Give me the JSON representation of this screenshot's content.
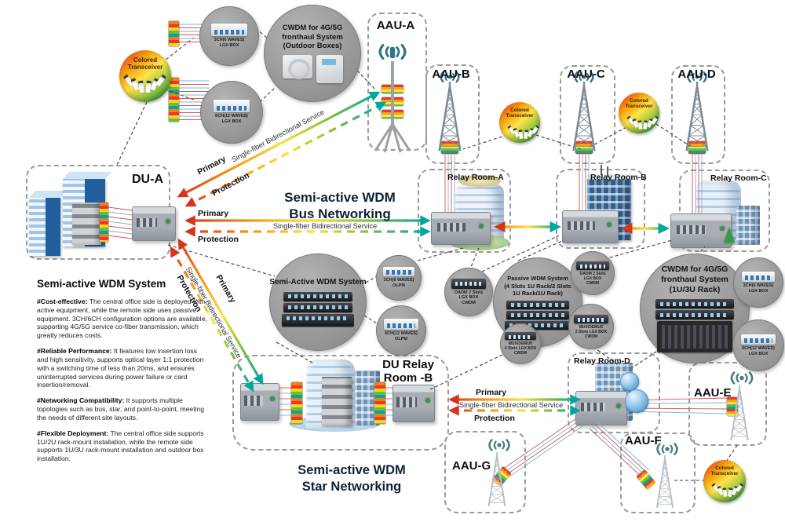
{
  "titles": {
    "bus1": "Semi-active WDM",
    "bus2": "Bus Networking",
    "star1": "Semi-active WDM",
    "star2": "Star Networking"
  },
  "labels": {
    "primary": "Primary",
    "protection": "Protection",
    "service": "Single-fiber Bidirectional Service",
    "colored_transceiver": "Colored\nTransceiver"
  },
  "nodes": {
    "du_a": "DU-A",
    "aau_a": "AAU-A",
    "aau_b": "AAU-B",
    "aau_c": "AAU-C",
    "aau_d": "AAU-D",
    "aau_e": "AAU-E",
    "aau_f": "AAU-F",
    "aau_g": "AAU-G",
    "relay_a": "Relay Room-A",
    "relay_b": "Relay Room-B",
    "relay_c": "Relay Room-C",
    "relay_d": "Relay Room-D",
    "du_relay_1": "DU Relay",
    "du_relay_2": "Room -B"
  },
  "equipment": {
    "cwdm_outdoor": "CWDM for 4G/5G\nfronthaul System\n(Outdoor Boxes)",
    "cwdm_rack": "CWDM for 4G/5G\nfronthaul System\n(1U/3U Rack)",
    "semi_active": "Semi-Active WDM System",
    "passive": "Passive WDM System\n(4 Slots 1U Rack/2 Slots\n1U Rack/1U Rack)",
    "lgx_3ch": "3CH(6 WAVES)\nLGX BOX",
    "lgx_6ch": "6CH(12 WAVES)\nLGX BOX",
    "olpm_3ch": "3CH(6 WAVES)\nOLPM",
    "olpm_6ch": "6CH(12 WAVES)\nOLPM",
    "oadm_lgx": "OADM 2 Slots\nLGX BOX\nCWDM",
    "mux_2slot": "MUX/DEMUX\n2 Slots LGX BOX\nCWDM",
    "mux_4slot": "MUX/DEMUX\n4 Slots LGX BOX\nCWDM"
  },
  "description": {
    "title": "Semi-active WDM System",
    "paragraphs": [
      {
        "lead": "#Cost-effective:",
        "body": "  The central office side is deployed with active equipment, while the remote side uses passive equipment. 3CH/6CH configuration options are available, supporting 4G/5G service co-fiber transmission, which greatly reduces costs."
      },
      {
        "lead": "#Reliable Performance:",
        "body": "  It features low insertion loss and high sensitivity, supports optical layer 1:1 protection with a switching time of less than 20ms, and ensures uninterrupted services during power failure or card insertion/removal."
      },
      {
        "lead": "#Networking Compatibility:",
        "body": "  It supports multiple topologies such as bus, star, and point-to-point, meeting the needs of different site layouts."
      },
      {
        "lead": "#Flexible Deployment:",
        "body": "  The central office side supports 1U/2U rack-mount installation, while the remote side supports 1U/3U rack-mount installation and outdoor box installation."
      }
    ]
  },
  "colors": {
    "accent_red": "#de3920",
    "accent_orange": "#f59d17",
    "accent_yellow": "#ffdf3e",
    "accent_green": "#7cc03c",
    "accent_teal": "#00a7a0",
    "title_navy": "#0d2236"
  }
}
